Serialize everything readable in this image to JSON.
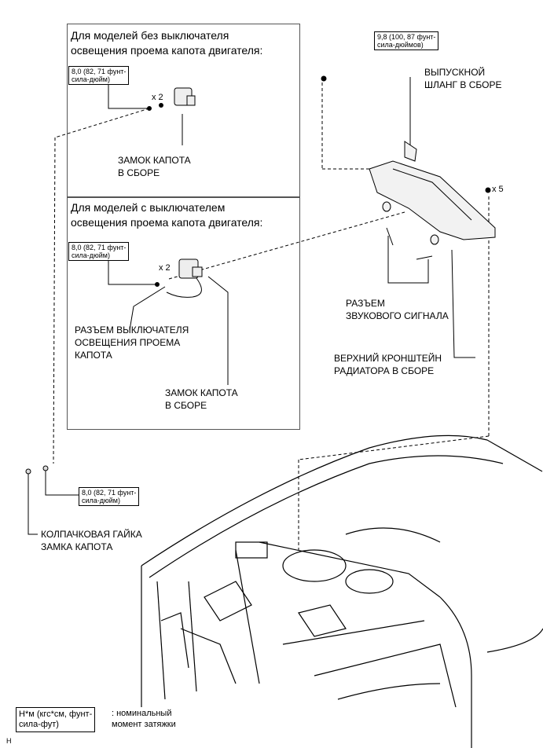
{
  "panel_top": {
    "header": "Для моделей без выключателя\nосвещения проема капота двигателя:",
    "torque": "8,0 (82, 71 фунт-\nсила-дюйм)",
    "multiplier": "x 2",
    "part_label": "ЗАМОК КАПОТА\nВ СБОРЕ"
  },
  "panel_bottom": {
    "header": "Для моделей с выключателем\nосвещения проема капота двигателя:",
    "torque": "8,0 (82, 71 фунт-\nсила-дюйм)",
    "multiplier": "x 2",
    "switch_connector_label": "РАЗЪЕМ ВЫКЛЮЧАТЕЛЯ\nОСВЕЩЕНИЯ ПРОЕМА\nКАПОТА",
    "part_label": "ЗАМОК КАПОТА\nВ СБОРЕ"
  },
  "right": {
    "torque": "9,8 (100, 87 фунт-\nсила-дюймов)",
    "drain_hose_label": "ВЫПУСКНОЙ\nШЛАНГ В СБОРЕ",
    "multiplier": "x 5",
    "horn_connector_label": "РАЗЪЕМ\nЗВУКОВОГО СИГНАЛА",
    "bracket_label": "ВЕРХНИЙ КРОНШТЕЙН\nРАДИАТОРА В СБОРЕ"
  },
  "lower": {
    "torque": "8,0 (82, 71 фунт-\nсила-дюйм)",
    "nut_label": "КОЛПАЧКОВАЯ ГАЙКА\nЗАМКА КАПОТА"
  },
  "legend": {
    "unit_box": "Н*м (кгс*см, фунт-\nсила-фут)",
    "description": ": номинальный\nмомент затяжки"
  },
  "corner_mark": "H"
}
